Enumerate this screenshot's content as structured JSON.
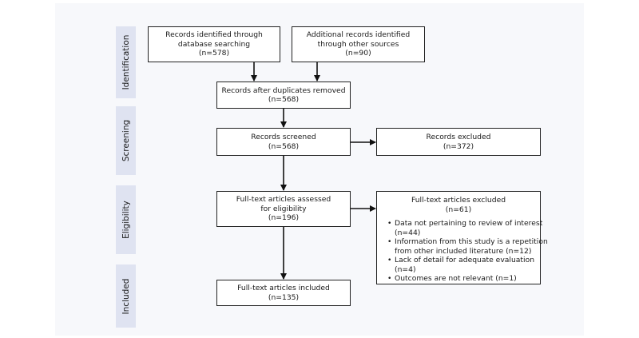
{
  "stages": {
    "identification": "Identification",
    "screening": "Screening",
    "eligibility": "Eligibility",
    "included": "Included"
  },
  "boxes": {
    "database": {
      "line1": "Records identified through",
      "line2": "database searching",
      "count": "(n=578)"
    },
    "other": {
      "line1": "Additional records identified",
      "line2": "through other sources",
      "count": "(n=90)"
    },
    "duplicates": {
      "line1": "Records after duplicates removed",
      "count": "(n=568)"
    },
    "screened": {
      "line1": "Records screened",
      "count": "(n=568)"
    },
    "excluded": {
      "line1": "Records excluded",
      "count": "(n=372)"
    },
    "fulltext": {
      "line1": "Full-text articles assessed",
      "line2": "for eligibility",
      "count": "(n=196)"
    },
    "fulltext_excluded": {
      "line1": "Full-text articles excluded",
      "count": "(n=61)",
      "reasons": [
        {
          "text": "Data not pertaining to review of interest",
          "count": "(n=44)"
        },
        {
          "text": "Information from this study is a repetition",
          "text2": "from other included literature (n=12)"
        },
        {
          "text": "Lack of detail for adequate evaluation",
          "count": "(n=4)"
        },
        {
          "text": "Outcomes are not relevant (n=1)"
        }
      ]
    },
    "included": {
      "line1": "Full-text articles included",
      "count": "(n=135)"
    }
  }
}
